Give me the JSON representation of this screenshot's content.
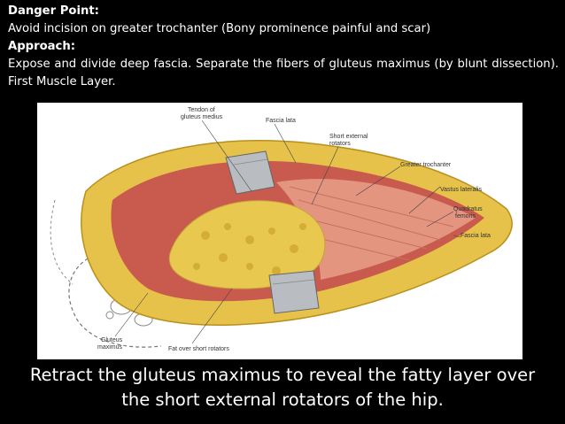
{
  "text": {
    "heading1": "Danger Point:",
    "line1": "Avoid incision on greater trochanter (Bony prominence painful and scar)",
    "heading2": "Approach:",
    "paragraph": "Expose and divide deep fascia. Separate the fibers of gluteus maximus (by blunt dissection). First Muscle Layer."
  },
  "figure": {
    "labels": {
      "tendon_line1": "Tendon of",
      "tendon_line2": "gluteus medius",
      "fascia_lata_top": "Fascia lata",
      "ser_line1": "Short external",
      "ser_line2": "rotators",
      "greater_trochanter": "Greater trochanter",
      "vastus_lateralis": "Vastus lateralis",
      "quad_line1": "Quadratus",
      "quad_line2": "femoris",
      "fascia_lata_right": "Fascia lata",
      "glut_line1": "Gluteus",
      "glut_line2": "maximus",
      "fat_over": "Fat over short rotators"
    },
    "colors": {
      "fat_yellow": "#e6c24a",
      "muscle_red": "#c85a4e",
      "muscle_pink": "#e39580",
      "retractor_gray": "#b9bcc0"
    }
  },
  "caption": {
    "line1": "Retract the gluteus maximus to reveal the fatty layer over",
    "line2": "the short external rotators of the hip."
  }
}
